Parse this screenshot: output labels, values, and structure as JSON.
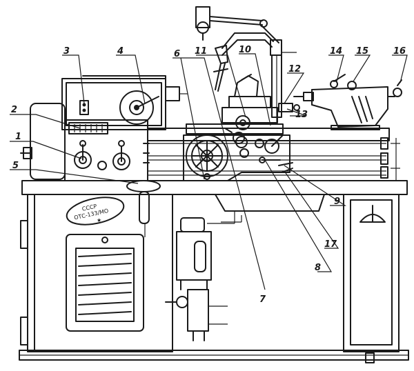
{
  "diagram": {
    "badge": {
      "line1": "СССР",
      "line2": "ОТС-133/МО"
    },
    "callouts": [
      {
        "id": "c1",
        "label": "1"
      },
      {
        "id": "c2",
        "label": "2"
      },
      {
        "id": "c3",
        "label": "3"
      },
      {
        "id": "c4",
        "label": "4"
      },
      {
        "id": "c5",
        "label": "5"
      },
      {
        "id": "c6",
        "label": "6"
      },
      {
        "id": "c7",
        "label": "7"
      },
      {
        "id": "c8",
        "label": "8"
      },
      {
        "id": "c9",
        "label": "9"
      },
      {
        "id": "c10",
        "label": "10"
      },
      {
        "id": "c11",
        "label": "11"
      },
      {
        "id": "c12",
        "label": "12"
      },
      {
        "id": "c13",
        "label": "13"
      },
      {
        "id": "c14",
        "label": "14"
      },
      {
        "id": "c15",
        "label": "15"
      },
      {
        "id": "c16",
        "label": "16"
      },
      {
        "id": "c17",
        "label": "17"
      }
    ],
    "colors": {
      "ink": "#1a1a1a",
      "paper": "#ffffff"
    }
  }
}
